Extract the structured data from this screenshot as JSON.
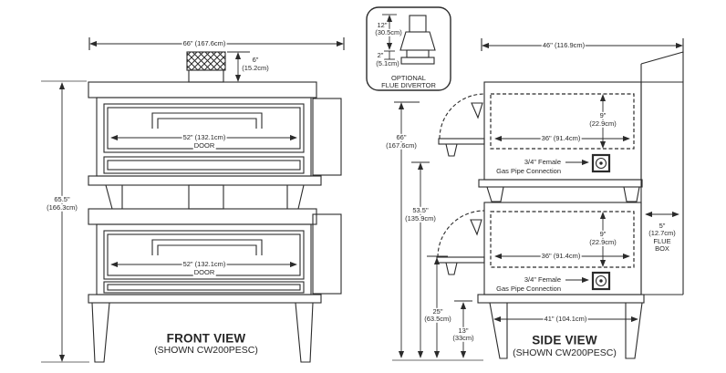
{
  "front_view": {
    "title": "FRONT VIEW",
    "subtitle": "(SHOWN CW200PESC)",
    "overall_width": "66\" (167.6cm)",
    "flue_height_in": "6\"",
    "flue_height_cm": "(15.2cm)",
    "overall_height_in": "65.5\"",
    "overall_height_cm": "(166.3cm)",
    "door_width": "52\" (132.1cm)",
    "door_label": "DOOR"
  },
  "flue_divertor": {
    "label_line1": "OPTIONAL",
    "label_line2": "FLUE DIVERTOR",
    "height_in": "12\"",
    "height_cm": "(30.5cm)",
    "collar_in": "2\"",
    "collar_cm": "(5.1cm)"
  },
  "side_view": {
    "title": "SIDE VIEW",
    "subtitle": "(SHOWN CW200PESC)",
    "overall_depth": "46\" (116.9cm)",
    "overall_height_in": "66\"",
    "overall_height_cm": "(167.6cm)",
    "to_upper_shelf_in": "53.5\"",
    "to_upper_shelf_cm": "(135.9cm)",
    "to_lower_shelf_in": "25\"",
    "to_lower_shelf_cm": "(63.5cm)",
    "base_height_in": "13\"",
    "base_height_cm": "(33cm)",
    "chamber_height_in": "9\"",
    "chamber_height_cm": "(22.9cm)",
    "chamber_depth": "36\" (91.4cm)",
    "gas_line1": "3/4\" Female",
    "gas_line2": "Gas Pipe Connection",
    "flue_box_width_in": "5\"",
    "flue_box_width_cm": "(12.7cm)",
    "flue_box_line1": "FLUE",
    "flue_box_line2": "BOX",
    "leg_span": "41\" (104.1cm)"
  },
  "colors": {
    "line": "#2b2b2b",
    "background": "#ffffff"
  }
}
